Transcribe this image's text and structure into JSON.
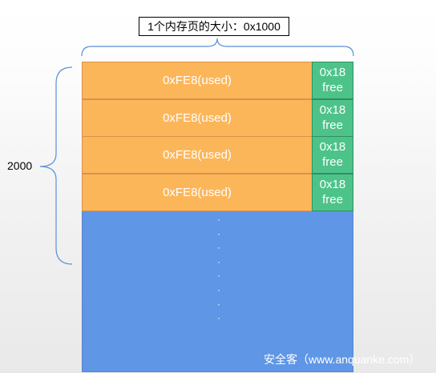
{
  "diagram": {
    "title": "1个内存页的大小：0x1000",
    "side_label": "2000",
    "chunks": [
      {
        "used_label": "0xFE8(used)",
        "free_size": "0x18",
        "free_label": "free"
      },
      {
        "used_label": "0xFE8(used)",
        "free_size": "0x18",
        "free_label": "free"
      },
      {
        "used_label": "0xFE8(used)",
        "free_size": "0x18",
        "free_label": "free"
      },
      {
        "used_label": "0xFE8(used)",
        "free_size": "0x18",
        "free_label": "free"
      }
    ],
    "ellipsis": "·",
    "watermark": "安全客（www.anquanke.com）",
    "colors": {
      "used": "#fcb65a",
      "free": "#4dc38a",
      "page_background": "#5f96e6",
      "brace": "#5b8fd6"
    }
  }
}
